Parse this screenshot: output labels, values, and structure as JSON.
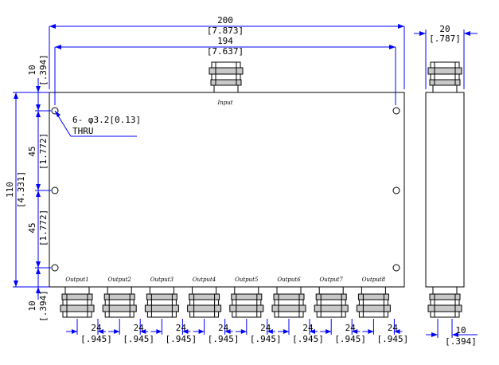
{
  "dimensions": {
    "overall_width": {
      "mm": "200",
      "inch": "[7.873]"
    },
    "hole_span_width": {
      "mm": "194",
      "inch": "[7.637]"
    },
    "depth": {
      "mm": "20",
      "inch": "[.787]"
    },
    "top_offset": {
      "mm": "10",
      "inch": "[.394]"
    },
    "overall_height": {
      "mm": "110",
      "inch": "[4.331]"
    },
    "hole_pitch_upper": {
      "mm": "45",
      "inch": "[1.772]"
    },
    "hole_pitch_lower": {
      "mm": "45",
      "inch": "[1.772]"
    },
    "bottom_offset": {
      "mm": "10",
      "inch": "[.394]"
    },
    "side_bottom_offset": {
      "mm": "10",
      "inch": "[.394]"
    },
    "output_pitch": {
      "mm": "24",
      "inch": "[.945]"
    }
  },
  "hole_note": {
    "line1": "6- φ3.2[0.13]",
    "line2": "THRU"
  },
  "ports": {
    "input": "Input",
    "outputs": [
      "Output1",
      "Output2",
      "Output3",
      "Output4",
      "Output5",
      "Output6",
      "Output7",
      "Output8"
    ]
  },
  "colors": {
    "dimension_lines": "#0000ff",
    "outline": "#000000",
    "connector_fill": "#c8c8c8"
  }
}
